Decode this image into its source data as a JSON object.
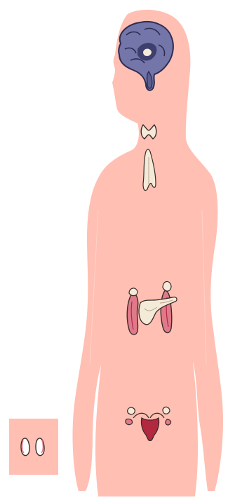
{
  "figure": {
    "type": "endocrine-system-silhouette",
    "colors": {
      "background": "#ffffff",
      "body": "#ffbfb3",
      "brain": "#7475a8",
      "brain_dark": "#3d3f6e",
      "organ_light": "#f3ead8",
      "organ_pink": "#e07a8a",
      "organ_dark": "#b2283f",
      "outline": "#3b2a2a"
    },
    "organs": [
      {
        "name": "brain",
        "icon": "brain-icon"
      },
      {
        "name": "thyroid",
        "icon": "thyroid-icon"
      },
      {
        "name": "thymus",
        "icon": "thymus-icon"
      },
      {
        "name": "adrenal-kidneys",
        "icon": "kidney-icon"
      },
      {
        "name": "pancreas",
        "icon": "pancreas-icon"
      },
      {
        "name": "ovaries-uterus",
        "icon": "uterus-icon"
      },
      {
        "name": "testes-inset",
        "icon": "testes-icon"
      }
    ]
  }
}
